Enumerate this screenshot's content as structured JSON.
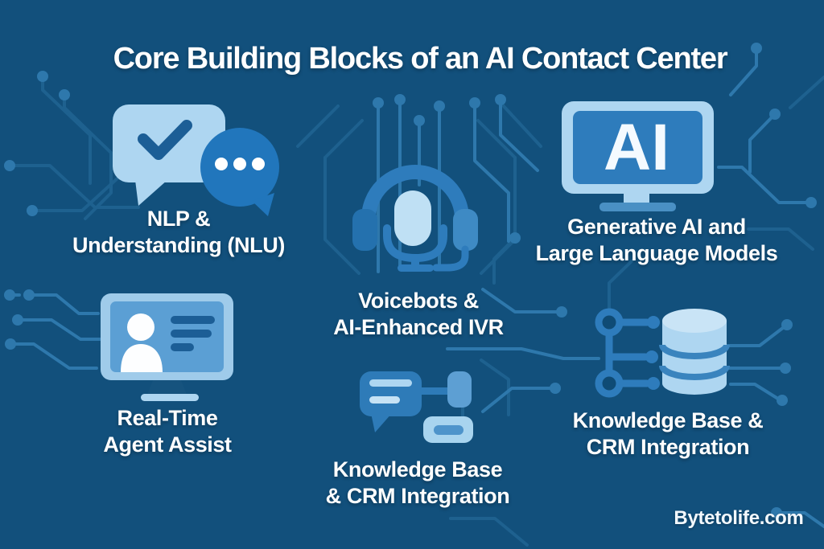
{
  "title": "Core Building Blocks of an AI Contact Center",
  "watermark": "Bytetolife.com",
  "palette": {
    "background": "#12507C",
    "circuit_dim": "#1E618F",
    "circuit_bright": "#2E78AC",
    "icon_light_blue": "#AED6F1",
    "icon_medium_blue": "#2E7CBC",
    "icon_dark_blue": "#1C5E96",
    "text": "#FFFFFF"
  },
  "blocks": [
    {
      "icon": "chat-check-icon",
      "label_line1": "NLP &",
      "label_line2": "Understanding (NLU)"
    },
    {
      "icon": "headset-mic-icon",
      "label_line1": "Voicebots &",
      "label_line2": "AI-Enhanced IVR"
    },
    {
      "icon": "ai-monitor-icon",
      "screen_text": "AI",
      "label_line1": "Generative AI and",
      "label_line2": "Large Language Models"
    },
    {
      "icon": "agent-monitor-icon",
      "label_line1": "Real-Time",
      "label_line2": "Agent Assist"
    },
    {
      "icon": "chat-flowchart-icon",
      "label_line1": "Knowledge Base",
      "label_line2": "& CRM Integration"
    },
    {
      "icon": "database-nodes-icon",
      "label_line1": "Knowledge Base &",
      "label_line2": "CRM Integration"
    }
  ]
}
